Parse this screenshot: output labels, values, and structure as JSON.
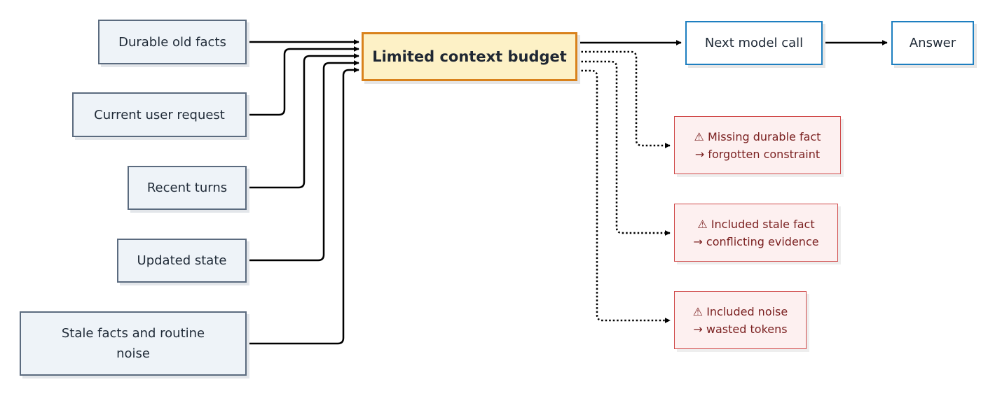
{
  "inputs": [
    {
      "id": "durable",
      "label": "Durable old facts"
    },
    {
      "id": "current",
      "label": "Current user request"
    },
    {
      "id": "recent",
      "label": "Recent turns"
    },
    {
      "id": "updated",
      "label": "Updated state"
    },
    {
      "id": "stale",
      "label": "Stale facts and routine noise"
    }
  ],
  "budget": {
    "label": "Limited context budget"
  },
  "outputs": {
    "next": {
      "label": "Next model call"
    },
    "answer": {
      "label": "Answer"
    }
  },
  "failures": [
    {
      "id": "missing",
      "label": "⚠ Missing durable fact\n→ forgotten constraint"
    },
    {
      "id": "stale",
      "label": "⚠ Included stale fact\n→ conflicting evidence"
    },
    {
      "id": "noise",
      "label": "⚠ Included noise\n→ wasted tokens"
    }
  ],
  "colors": {
    "input_fill": "#eef3f8",
    "input_border": "#5b6b7f",
    "budget_fill": "#fdf1c6",
    "budget_border": "#d9821c",
    "output_border": "#1e7fc0",
    "warn_fill": "#fdf0f0",
    "warn_border": "#d04a4a",
    "warn_text": "#7a1f1f",
    "edge": "#000000"
  },
  "icons": {
    "warning": "warning-icon",
    "arrow": "right-arrow-icon"
  }
}
